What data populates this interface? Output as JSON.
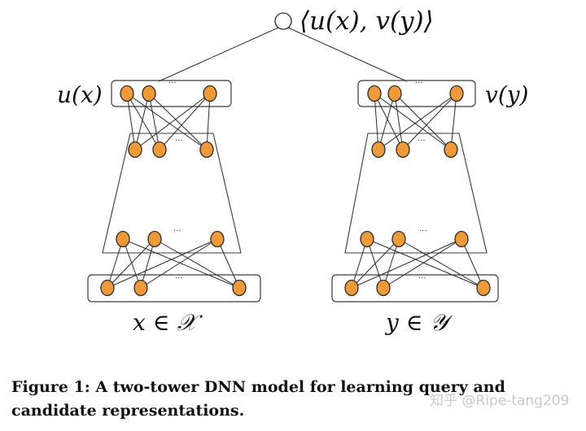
{
  "diagram": {
    "output_label": "⟨u(x), v(y)⟩",
    "left_tower": {
      "embedding_label": "u(x)",
      "input_label": "x ∈ 𝒳",
      "ellipsis": "···"
    },
    "right_tower": {
      "embedding_label": "v(y)",
      "input_label": "y ∈ 𝒴",
      "ellipsis": "···"
    }
  },
  "caption": "Figure 1: A two-tower DNN model for learning query and candidate representations.",
  "watermark": "知乎 @Ripe-tang209",
  "colors": {
    "node_fill": "#ee9a3a",
    "line": "#2a2a2a"
  }
}
